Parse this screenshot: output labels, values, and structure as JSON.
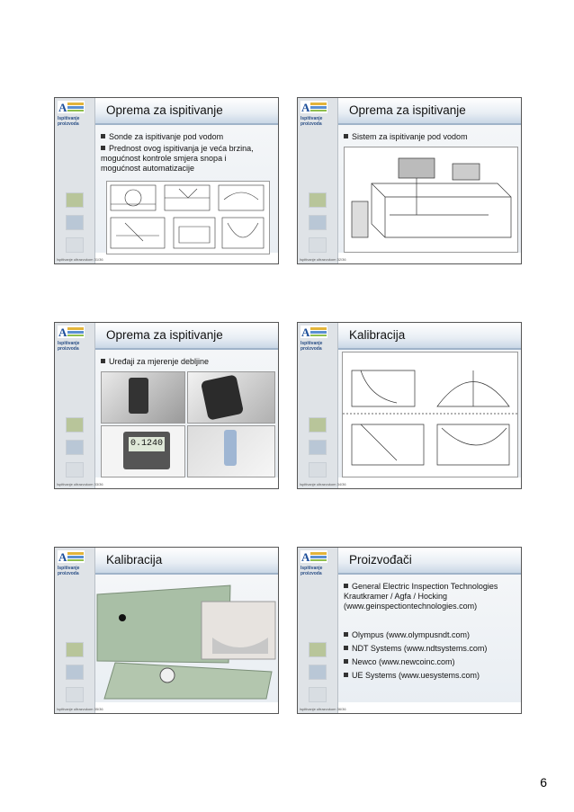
{
  "page_number": "6",
  "sidebar_text": "Ispitivanje proizvoda",
  "footer": "Ispitivanje ultrazvukom",
  "slides": [
    {
      "title": "Oprema za ispitivanje",
      "bullets": [
        "Sonde za ispitivanje pod vodom",
        "Prednost ovog ispitivanja je veća brzina, mogućnost kontrole smjera snopa i mogućnost automatizacije"
      ],
      "footer_page": "31/36"
    },
    {
      "title": "Oprema za ispitivanje",
      "bullets": [
        "Sistem za ispitivanje pod vodom"
      ],
      "footer_page": "32/36"
    },
    {
      "title": "Oprema za ispitivanje",
      "bullets": [
        "Uređaji za mjerenje debljine"
      ],
      "footer_page": "33/36",
      "display_reading": "0.1240"
    },
    {
      "title": "Kalibracija",
      "bullets": [],
      "footer_page": "34/36"
    },
    {
      "title": "Kalibracija",
      "bullets": [],
      "footer_page": "35/36"
    },
    {
      "title": "Proizvođači",
      "bullets": [
        "General Electric Inspection Technologies Krautkramer / Agfa / Hocking (www.geinspectiontechnologies.com)",
        "Olympus (www.olympusndt.com)",
        "NDT Systems (www.ndtsystems.com)",
        "Newco (www.newcoinc.com)",
        "UE Systems (www.uesystems.com)"
      ],
      "footer_page": "36/36"
    }
  ]
}
